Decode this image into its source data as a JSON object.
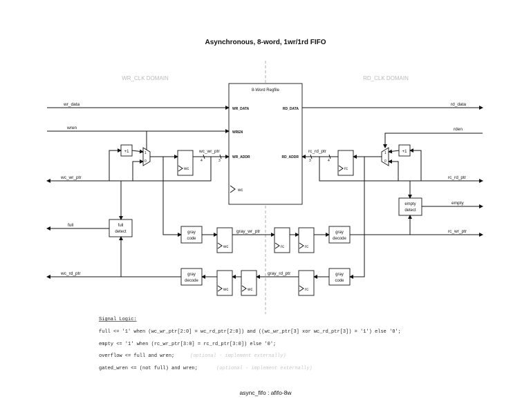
{
  "title": "Asynchronous, 8-word, 1wr/1rd FIFO",
  "domains": {
    "write": "WR_CLK DOMAIN",
    "read": "RD_CLK DOMAIN"
  },
  "regfile": {
    "title": "8-Word Regfile",
    "ports": {
      "wr_data": "WR_DATA",
      "wren": "WREN",
      "wr_addr": "WR_ADDR",
      "rd_data": "RD_DATA",
      "rd_addr": "RD_ADDR"
    },
    "clock": "wc"
  },
  "signals": {
    "wr_data": "wr_data",
    "wren": "wren",
    "wc_wr_ptr": "wc_wr_ptr",
    "full": "full",
    "wc_rd_ptr": "wc_rd_ptr",
    "rd_data": "rd_data",
    "rden": "rden",
    "rc_rd_ptr": "rc_rd_ptr",
    "empty": "empty",
    "rc_wr_ptr": "rc_wr_ptr",
    "gray_wr_ptr": "gray_wr_ptr",
    "gray_rd_ptr": "gray_rd_ptr"
  },
  "bus_widths": {
    "four": "4",
    "three": "3"
  },
  "blocks": {
    "plus_one": "+1",
    "wc": "wc",
    "rc": "rc",
    "full_detect": [
      "full",
      "detect"
    ],
    "empty_detect": [
      "empty",
      "detect"
    ],
    "gray_code": [
      "gray",
      "code"
    ],
    "gray_decode": [
      "gray",
      "decode"
    ],
    "mux_in1": "1",
    "mux_in0": "0"
  },
  "signal_logic": {
    "heading": "Signal Logic:",
    "lines": [
      {
        "code": "full <= '1' when (wc_wr_ptr[2:0] = wc_rd_ptr[2:0]) and ((wc_wr_ptr[3] xor wc_rd_ptr[3]) = '1') else '0';",
        "note": ""
      },
      {
        "code": "empty <= '1' when (rc_wr_ptr[3:0] = rc_rd_ptr[3:0]) else '0';",
        "note": ""
      },
      {
        "code": "overflow <= full and wren;",
        "note": "(optional - implement externally)"
      },
      {
        "code": "gated_wren <= (not full) and wren;",
        "note": "(optional - implement externally)"
      }
    ]
  },
  "footer": "async_fifo : afifo-8w"
}
